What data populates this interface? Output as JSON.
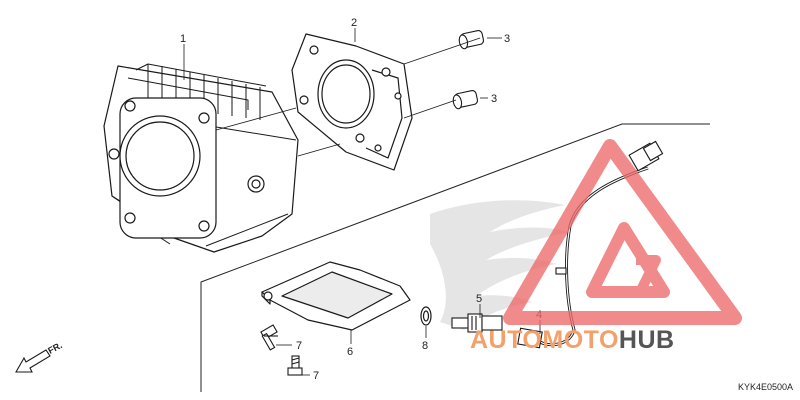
{
  "callouts": {
    "c1": "1",
    "c2": "2",
    "c3a": "3",
    "c3b": "3",
    "c4": "4",
    "c5": "5",
    "c6": "6",
    "c7a": "7",
    "c7b": "7",
    "c8": "8"
  },
  "direction_label": "FR.",
  "diagram_code": "KYK4E0500A",
  "watermark": {
    "word_a": "AUTOMOTO",
    "word_b": "HUB",
    "color_a": "#f4a06a",
    "color_b": "#555555",
    "triangle_color": "#ee6a6a"
  }
}
